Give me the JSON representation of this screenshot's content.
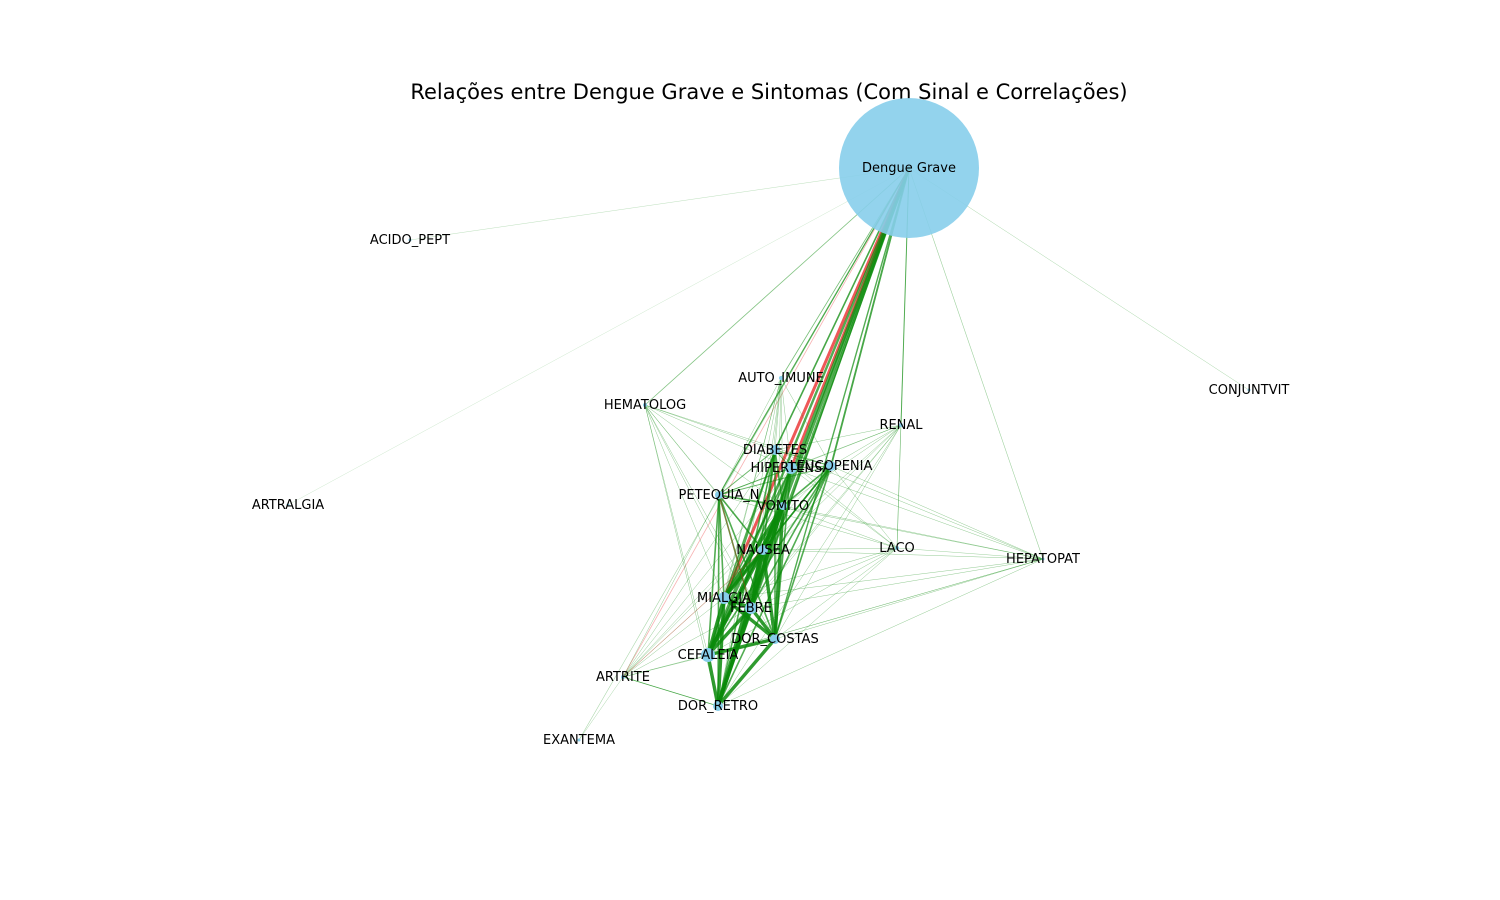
{
  "title": "Relações entre Dengue Grave e Sintomas (Com Sinal e Correlações)",
  "colors": {
    "node": "#87ceeb",
    "positive_edge": "#0a8a0a",
    "negative_edge": "#e82020",
    "text": "#000000"
  },
  "center": {
    "id": "DENGUE_GRAVE",
    "label": "Dengue Grave"
  },
  "nodes": [
    {
      "id": "ACIDO_PEPT",
      "label": "ACIDO_PEPT"
    },
    {
      "id": "CONJUNTVIT",
      "label": "CONJUNTVIT"
    },
    {
      "id": "AUTO_IMUNE",
      "label": "AUTO_IMUNE"
    },
    {
      "id": "HEMATOLOG",
      "label": "HEMATOLOG"
    },
    {
      "id": "RENAL",
      "label": "RENAL"
    },
    {
      "id": "DIABETES",
      "label": "DIABETES"
    },
    {
      "id": "HIPERTENSA",
      "label": "HIPERTENSA"
    },
    {
      "id": "LEUCOPENIA",
      "label": "LEUCOPENIA"
    },
    {
      "id": "ARTRALGIA",
      "label": "ARTRALGIA"
    },
    {
      "id": "PETEQUIA_N",
      "label": "PETEQUIA_N"
    },
    {
      "id": "VOMITO",
      "label": "VOMITO"
    },
    {
      "id": "NAUSEA",
      "label": "NAUSEA"
    },
    {
      "id": "LACO",
      "label": "LACO"
    },
    {
      "id": "HEPATOPAT",
      "label": "HEPATOPAT"
    },
    {
      "id": "MIALGIA",
      "label": "MIALGIA"
    },
    {
      "id": "FEBRE",
      "label": "FEBRE"
    },
    {
      "id": "DOR_COSTAS",
      "label": "DOR_COSTAS"
    },
    {
      "id": "CEFALEIA",
      "label": "CEFALEIA"
    },
    {
      "id": "ARTRITE",
      "label": "ARTRITE"
    },
    {
      "id": "DOR_RETRO",
      "label": "DOR_RETRO"
    },
    {
      "id": "EXANTEMA",
      "label": "EXANTEMA"
    }
  ]
}
